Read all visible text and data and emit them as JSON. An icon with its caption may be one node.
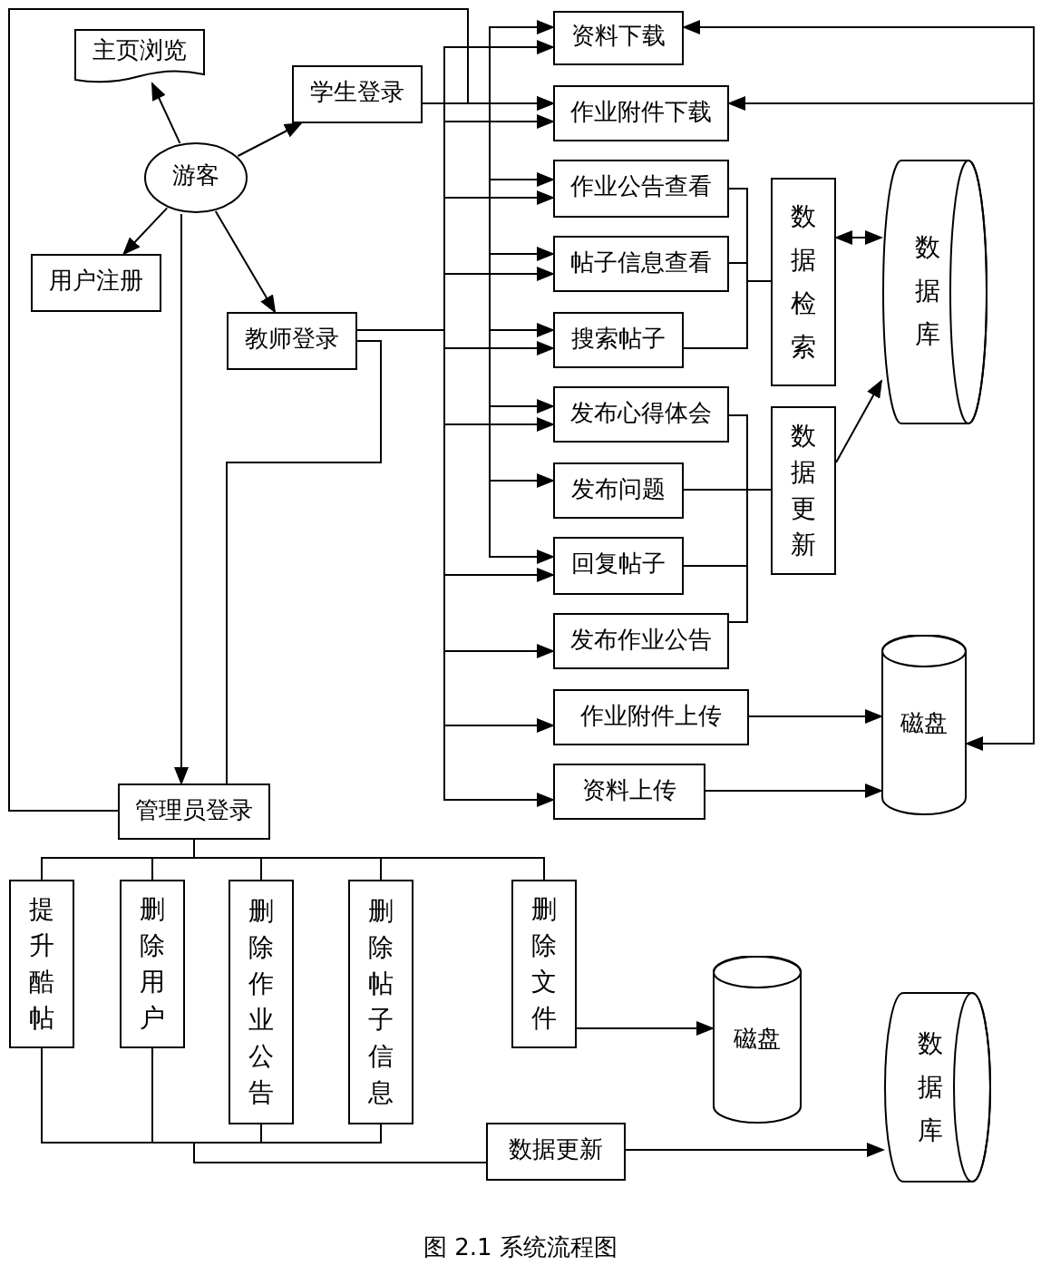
{
  "diagram": {
    "caption": "图 2.1 系统流程图",
    "nodes": [
      {
        "text": [
          "游客"
        ]
      },
      {
        "text": [
          "主页浏览"
        ]
      },
      {
        "text": [
          "学生登录"
        ]
      },
      {
        "text": [
          "用户注册"
        ]
      },
      {
        "text": [
          "教师登录"
        ]
      },
      {
        "text": [
          "资料下载"
        ]
      },
      {
        "text": [
          "作业附件下载"
        ]
      },
      {
        "text": [
          "作业公告查看"
        ]
      },
      {
        "text": [
          "帖子信息查看"
        ]
      },
      {
        "text": [
          "搜索帖子"
        ]
      },
      {
        "text": [
          "发布心得体会"
        ]
      },
      {
        "text": [
          "发布问题"
        ]
      },
      {
        "text": [
          "回复帖子"
        ]
      },
      {
        "text": [
          "发布作业公告"
        ]
      },
      {
        "text": [
          "作业附件上传"
        ]
      },
      {
        "text": [
          "资料上传"
        ]
      },
      {
        "text": [
          "数据检索"
        ]
      },
      {
        "text": [
          "数据更新"
        ]
      },
      {
        "text": [
          "数据库"
        ]
      },
      {
        "text": [
          "磁盘"
        ]
      },
      {
        "text": [
          "管理员登录"
        ]
      },
      {
        "text": [
          "提升酷帖"
        ]
      },
      {
        "text": [
          "删除用户"
        ]
      },
      {
        "text": [
          "删除作业公告"
        ]
      },
      {
        "text": [
          "删除帖子信息"
        ]
      },
      {
        "text": [
          "删除文件"
        ]
      },
      {
        "text": [
          "磁盘"
        ]
      },
      {
        "text": [
          "数据更新"
        ]
      },
      {
        "text": [
          "数据库"
        ]
      }
    ],
    "edges": [
      {
        "from": 0,
        "to": 1,
        "arrow": "to"
      },
      {
        "from": 0,
        "to": 2,
        "arrow": "to"
      },
      {
        "from": 0,
        "to": 3,
        "arrow": "to"
      },
      {
        "from": 0,
        "to": 4,
        "arrow": "to"
      },
      {
        "from": 0,
        "to": 20,
        "arrow": "to"
      },
      {
        "from": 2,
        "to": 5,
        "arrow": "to"
      },
      {
        "from": 2,
        "to": 6,
        "arrow": "to"
      },
      {
        "from": 2,
        "to": 7,
        "arrow": "to"
      },
      {
        "from": 2,
        "to": 8,
        "arrow": "to"
      },
      {
        "from": 2,
        "to": 9,
        "arrow": "to"
      },
      {
        "from": 2,
        "to": 10,
        "arrow": "to"
      },
      {
        "from": 2,
        "to": 11,
        "arrow": "to"
      },
      {
        "from": 2,
        "to": 12,
        "arrow": "to"
      },
      {
        "from": 4,
        "to": 5,
        "arrow": "to"
      },
      {
        "from": 4,
        "to": 6,
        "arrow": "to"
      },
      {
        "from": 4,
        "to": 7,
        "arrow": "to"
      },
      {
        "from": 4,
        "to": 8,
        "arrow": "to"
      },
      {
        "from": 4,
        "to": 9,
        "arrow": "to"
      },
      {
        "from": 4,
        "to": 10,
        "arrow": "to"
      },
      {
        "from": 4,
        "to": 12,
        "arrow": "to"
      },
      {
        "from": 4,
        "to": 13,
        "arrow": "to"
      },
      {
        "from": 4,
        "to": 14,
        "arrow": "to"
      },
      {
        "from": 4,
        "to": 15,
        "arrow": "to"
      },
      {
        "from": 20,
        "to": 6,
        "arrow": "to"
      },
      {
        "from": 20,
        "to": 4,
        "arrow": "none"
      },
      {
        "from": 7,
        "to": 16,
        "arrow": "none"
      },
      {
        "from": 8,
        "to": 16,
        "arrow": "none"
      },
      {
        "from": 9,
        "to": 16,
        "arrow": "none"
      },
      {
        "from": 16,
        "to": 18,
        "arrow": "both"
      },
      {
        "from": 10,
        "to": 17,
        "arrow": "none"
      },
      {
        "from": 11,
        "to": 17,
        "arrow": "none"
      },
      {
        "from": 12,
        "to": 17,
        "arrow": "none"
      },
      {
        "from": 13,
        "to": 17,
        "arrow": "none"
      },
      {
        "from": 17,
        "to": 18,
        "arrow": "to"
      },
      {
        "from": 14,
        "to": 19,
        "arrow": "to"
      },
      {
        "from": 15,
        "to": 19,
        "arrow": "to"
      },
      {
        "from": 19,
        "to": 5,
        "arrow": "both"
      },
      {
        "from": 19,
        "to": 6,
        "arrow": "to"
      },
      {
        "from": 20,
        "to": 21,
        "arrow": "none"
      },
      {
        "from": 20,
        "to": 22,
        "arrow": "none"
      },
      {
        "from": 20,
        "to": 23,
        "arrow": "none"
      },
      {
        "from": 20,
        "to": 24,
        "arrow": "none"
      },
      {
        "from": 20,
        "to": 25,
        "arrow": "none"
      },
      {
        "from": 21,
        "to": 27,
        "arrow": "none"
      },
      {
        "from": 22,
        "to": 27,
        "arrow": "none"
      },
      {
        "from": 23,
        "to": 27,
        "arrow": "none"
      },
      {
        "from": 24,
        "to": 27,
        "arrow": "none"
      },
      {
        "from": 27,
        "to": 28,
        "arrow": "to"
      },
      {
        "from": 25,
        "to": 26,
        "arrow": "to"
      }
    ]
  }
}
